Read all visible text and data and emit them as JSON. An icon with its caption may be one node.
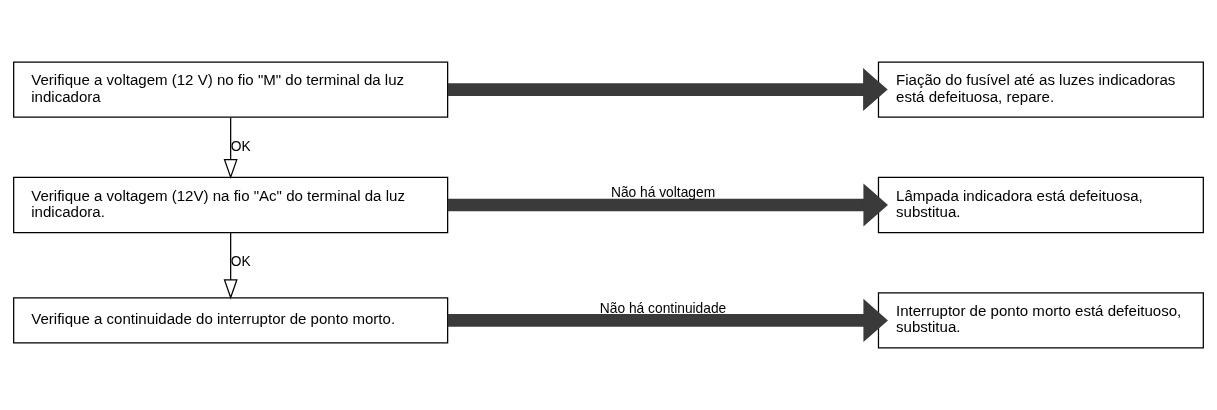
{
  "diagram": {
    "nodes": [
      {
        "text": [
          "Verifique a voltagem (12 V) no fio \"M\" do terminal da luz indicadora"
        ]
      },
      {
        "text": [
          "Fiação do fusível até as luzes indicadoras está defeituosa, repare."
        ]
      },
      {
        "text": [
          "Verifique a voltagem (12V) na fio \"Ac\" do terminal da luz indicadora."
        ]
      },
      {
        "text": [
          "Lâmpada indicadora está defeituosa, substitua."
        ]
      },
      {
        "text": [
          "Verifique a continuidade do interruptor de ponto morto."
        ]
      },
      {
        "text": [
          "Interruptor de ponto morto está defeituoso, substitua."
        ]
      }
    ],
    "edges": [
      {
        "from": 0,
        "to": 1,
        "arrow": "to"
      },
      {
        "from": 0,
        "to": 2,
        "arrow": "to",
        "label": "OK"
      },
      {
        "from": 2,
        "to": 3,
        "arrow": "to",
        "label": "Não há voltagem"
      },
      {
        "from": 2,
        "to": 4,
        "arrow": "to",
        "label": "OK"
      },
      {
        "from": 4,
        "to": 5,
        "arrow": "to",
        "label": "Não há continuidade"
      }
    ]
  }
}
